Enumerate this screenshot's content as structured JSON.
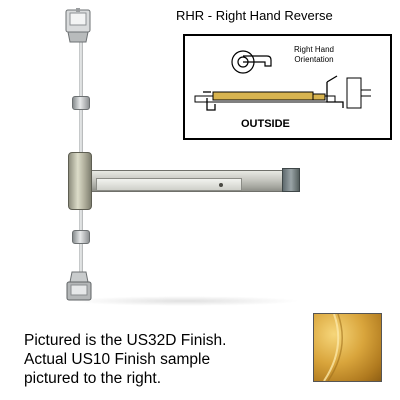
{
  "diagram": {
    "title": "RHR - Right Hand Reverse",
    "orientation_label": "Right Hand\nOrientation",
    "outside_label": "OUTSIDE"
  },
  "caption": {
    "line1": "Pictured is the US32D Finish.",
    "line2": "Actual US10 Finish sample",
    "line3": "pictured to the right."
  },
  "colors": {
    "finish_us32d": "#c7c8c1",
    "finish_us10": "#d9a53c",
    "hardware_diagram_fill": "#d7b34f"
  },
  "icons": [
    "door-lever-icon",
    "exit-device-icon"
  ]
}
